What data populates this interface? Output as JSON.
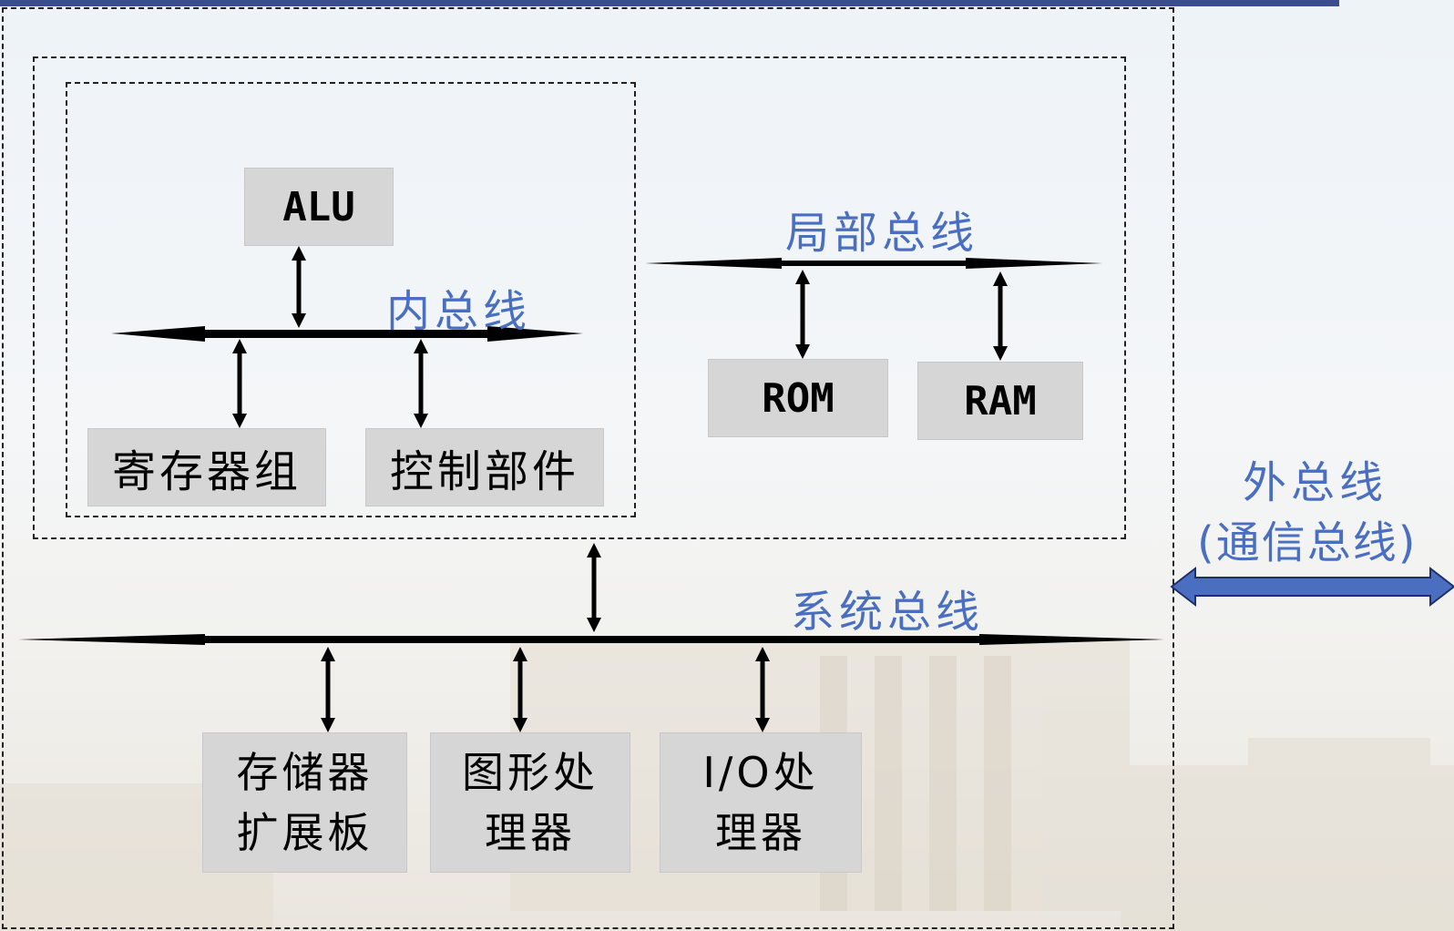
{
  "components": {
    "alu": "ALU",
    "register_group": "寄存器组",
    "control_unit": "控制部件",
    "rom": "ROM",
    "ram": "RAM",
    "memory_expansion": "存储器\n扩展板",
    "graphics_processor": "图形处\n理器",
    "io_processor": "I/O处\n理器"
  },
  "buses": {
    "internal": "内总线",
    "local": "局部总线",
    "system": "系统总线",
    "external_line1": "外总线",
    "external_line2": "(通信总线)"
  },
  "colors": {
    "bus_label": "#4a6fc1",
    "external_arrow": "#4a6fc1",
    "box_fill": "#d6d6d6",
    "header_bar": "#3a4d8f"
  }
}
